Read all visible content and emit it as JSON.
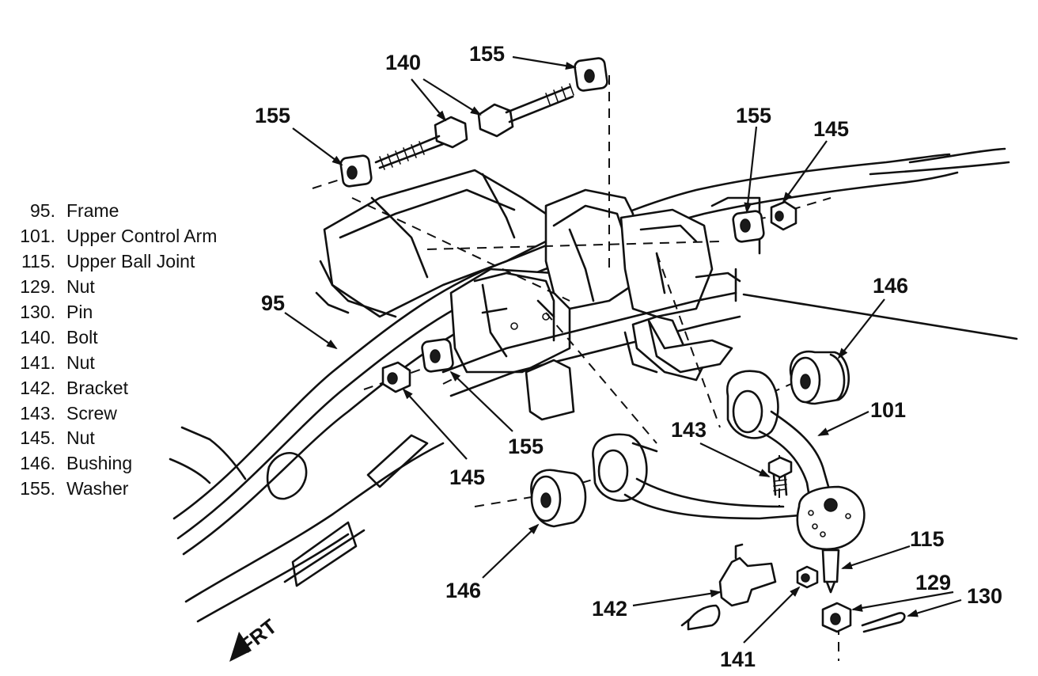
{
  "legend": [
    {
      "num": "95.",
      "name": "Frame"
    },
    {
      "num": "101.",
      "name": "Upper Control Arm"
    },
    {
      "num": "115.",
      "name": "Upper Ball Joint"
    },
    {
      "num": "129.",
      "name": "Nut"
    },
    {
      "num": "130.",
      "name": "Pin"
    },
    {
      "num": "140.",
      "name": "Bolt"
    },
    {
      "num": "141.",
      "name": "Nut"
    },
    {
      "num": "142.",
      "name": "Bracket"
    },
    {
      "num": "143.",
      "name": "Screw"
    },
    {
      "num": "145.",
      "name": "Nut"
    },
    {
      "num": "146.",
      "name": "Bushing"
    },
    {
      "num": "155.",
      "name": "Washer"
    }
  ],
  "callouts": {
    "c140": "140",
    "c155_top": "155",
    "c155_left": "155",
    "c155_right": "155",
    "c145_right": "145",
    "c95": "95",
    "c146_right": "146",
    "c101": "101",
    "c143": "143",
    "c155_mid": "155",
    "c145_mid": "145",
    "c115": "115",
    "c129": "129",
    "c130": "130",
    "c146_bottom": "146",
    "c142": "142",
    "c141": "141"
  },
  "frt_label": "FRT",
  "icons": {
    "direction_arrow": "front-direction-arrow-icon"
  }
}
